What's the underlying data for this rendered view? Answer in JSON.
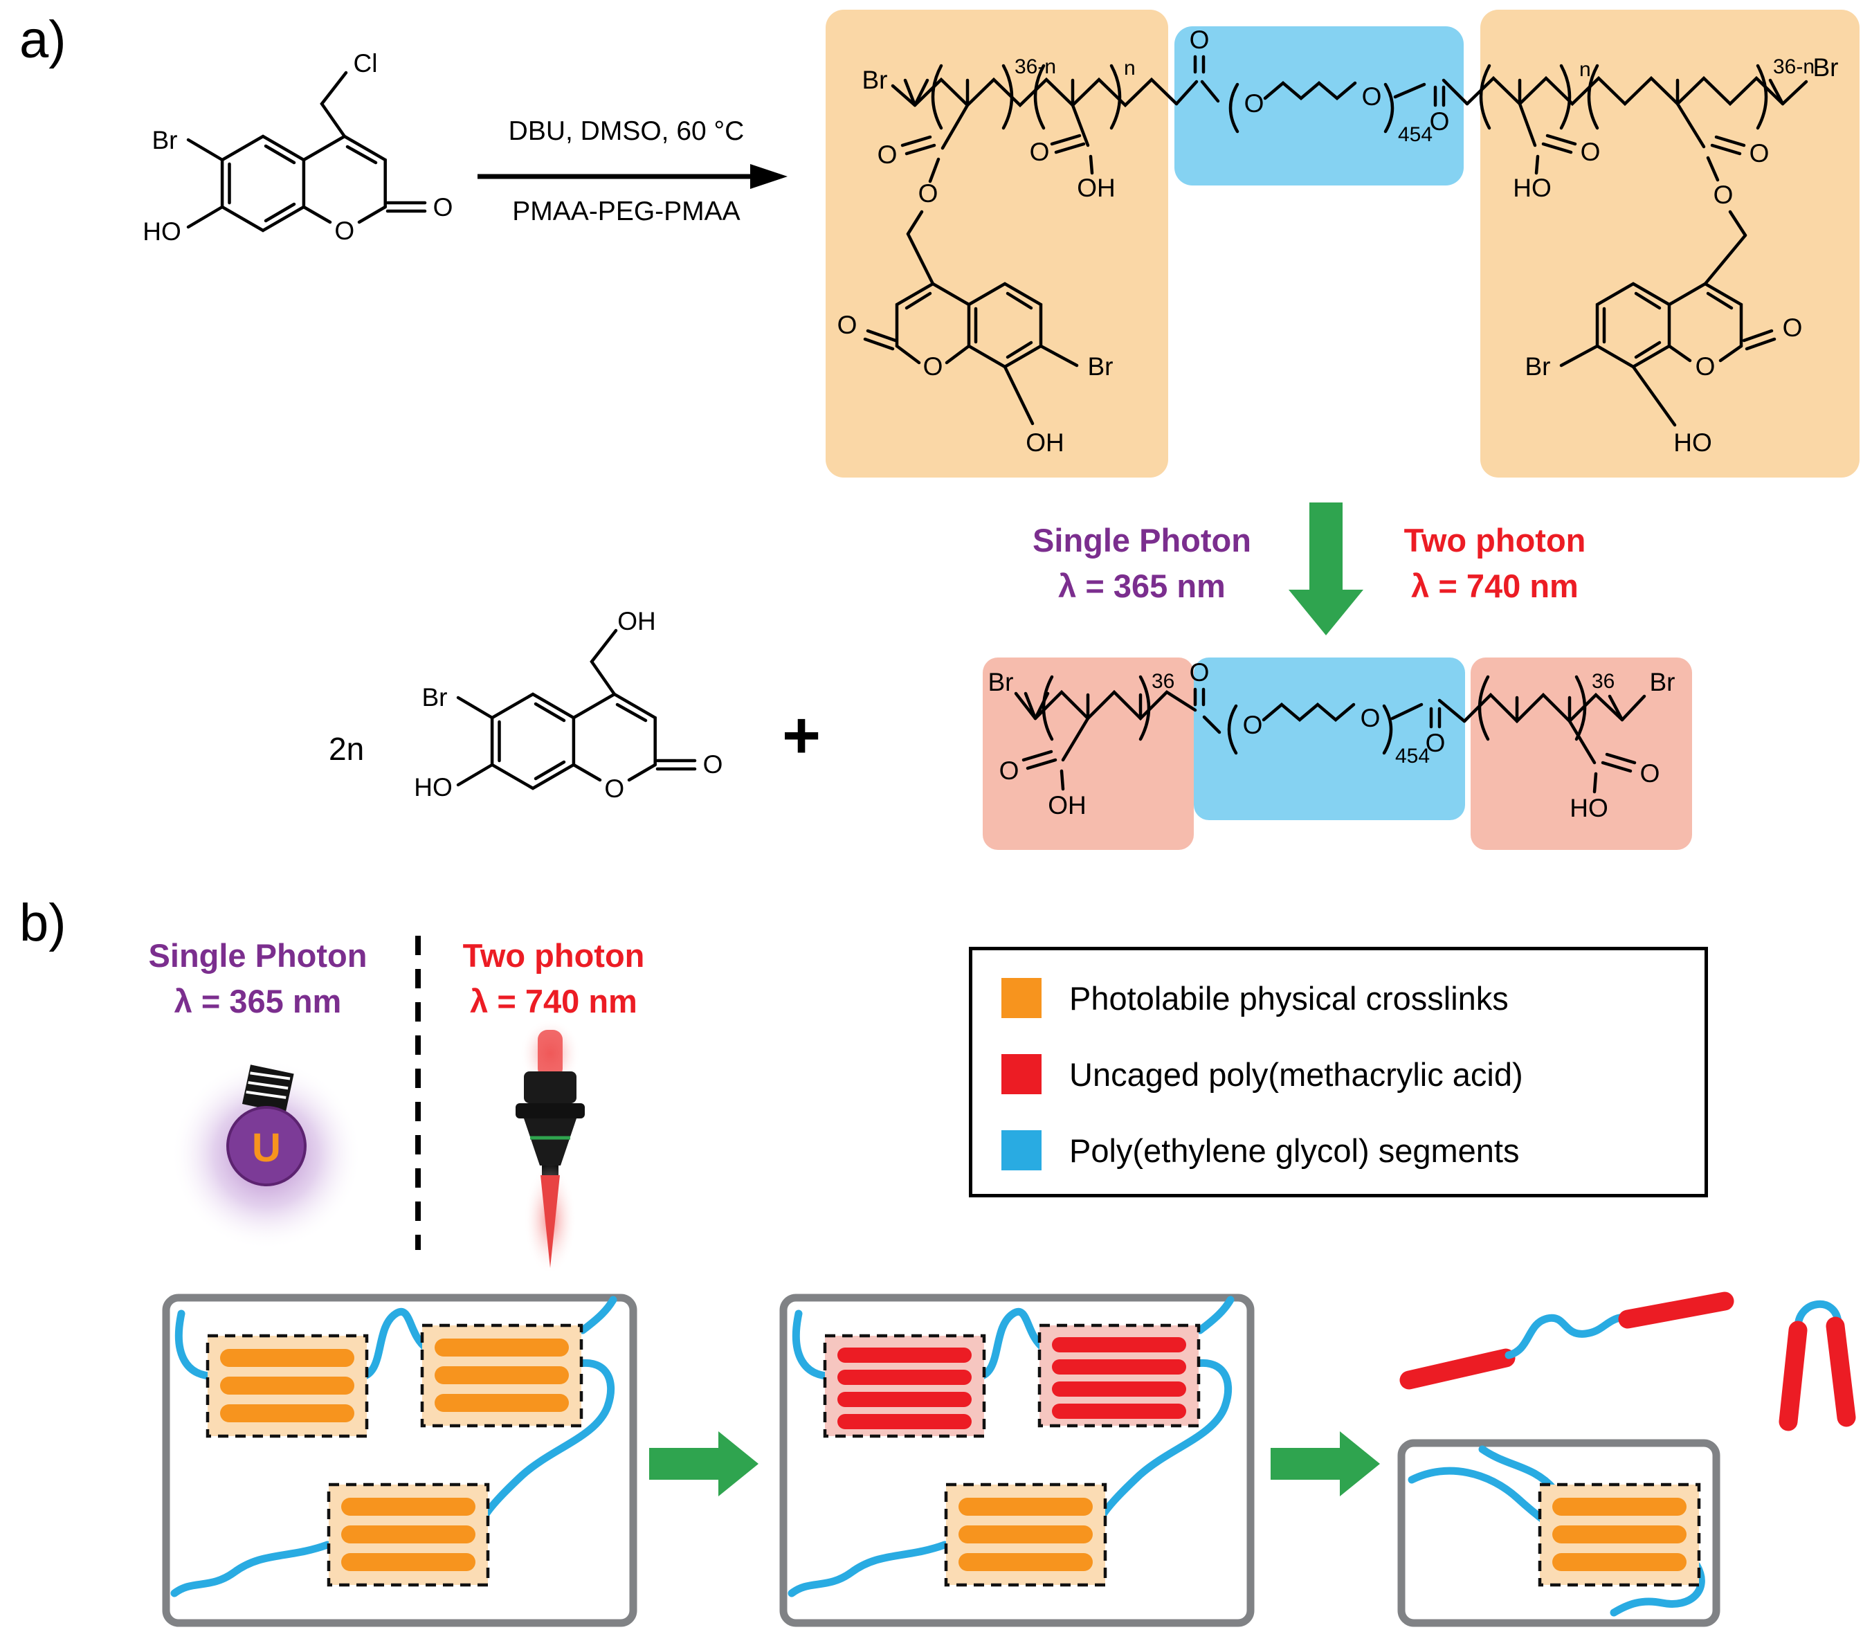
{
  "colors": {
    "orange": "#F7941E",
    "red": "#EC1C24",
    "blue": "#29ABE2",
    "light_orange_box": "#FAD7A6",
    "light_blue_box": "#85D2F2",
    "light_pink_box": "#F6BCAD",
    "purple": "#7B2E8E",
    "green_arrow": "#2FA44F",
    "gray_box": "#808285"
  },
  "panel_a": {
    "label": "a)",
    "arrow_text_top": "DBU, DMSO, 60 °C",
    "arrow_text_bottom": "PMAA-PEG-PMAA",
    "single_photon": {
      "line1": "Single Photon",
      "line2": "λ = 365 nm"
    },
    "two_photon": {
      "line1": "Two photon",
      "line2": "λ = 740 nm"
    },
    "stoichiometry": "2n",
    "plus": "+"
  },
  "atoms": {
    "br": "Br",
    "cl": "Cl",
    "ho": "HO",
    "oh": "OH",
    "o": "O",
    "sub_36n": "36-n",
    "sub_n": "n",
    "sub_36": "36",
    "sub_454": "454"
  },
  "panel_b": {
    "label": "b)",
    "single_photon": {
      "line1": "Single Photon",
      "line2": "λ = 365 nm"
    },
    "two_photon": {
      "line1": "Two photon",
      "line2": "λ = 740 nm"
    },
    "bulb_filament": "U",
    "icons": {
      "bulb": "light-bulb-icon",
      "objective": "microscope-objective-icon"
    },
    "legend": {
      "items": [
        {
          "color": "#F7941E",
          "label": "Photolabile physical crosslinks"
        },
        {
          "color": "#EC1C24",
          "label": "Uncaged poly(methacrylic acid)"
        },
        {
          "color": "#29ABE2",
          "label": "Poly(ethylene glycol) segments"
        }
      ]
    }
  }
}
